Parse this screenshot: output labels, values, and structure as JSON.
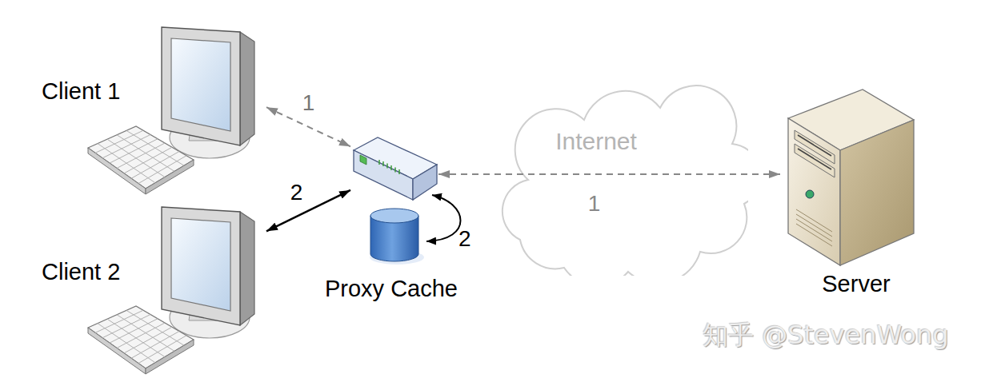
{
  "diagram": {
    "nodes": [
      {
        "text": [
          "Client 1"
        ]
      },
      {
        "text": [
          "Client 2"
        ]
      },
      {
        "text": [
          "Proxy Cache"
        ]
      },
      {
        "text": [
          "Internet"
        ]
      },
      {
        "text": [
          "Server"
        ]
      }
    ],
    "edges": [
      {
        "from": 0,
        "to": 2,
        "arrow": "both",
        "label": "1"
      },
      {
        "from": 1,
        "to": 2,
        "arrow": "both",
        "label": "2"
      },
      {
        "from": 2,
        "to": 4,
        "arrow": "both",
        "label": "1"
      }
    ],
    "labels": [
      "2",
      "知乎 @StevenWong"
    ]
  }
}
